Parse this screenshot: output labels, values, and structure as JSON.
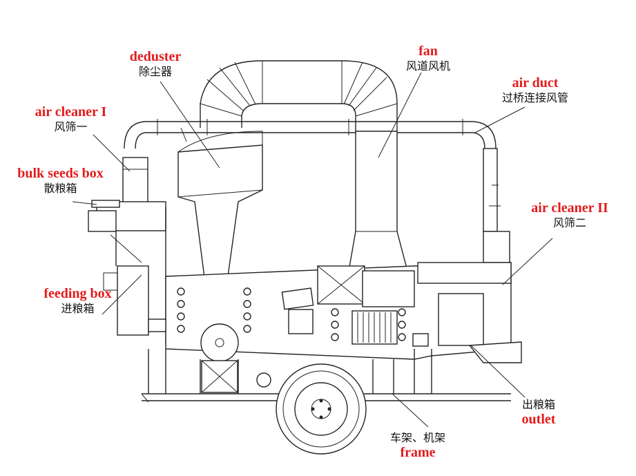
{
  "colors": {
    "label_en": "#e31b1b",
    "line": "#222222",
    "background": "#ffffff"
  },
  "labels": {
    "deduster": {
      "en": "deduster",
      "cn": "除尘器"
    },
    "fan": {
      "en": "fan",
      "cn": "风道风机"
    },
    "air_duct": {
      "en": "air duct",
      "cn": "过桥连接风管"
    },
    "air_cleaner_1": {
      "en": "air cleaner I",
      "cn": "风筛一"
    },
    "bulk_seeds_box": {
      "en": "bulk seeds box",
      "cn": "散粮箱"
    },
    "air_cleaner_2": {
      "en": "air cleaner II",
      "cn": "风筛二"
    },
    "feeding_box": {
      "en": "feeding box",
      "cn": "进粮箱"
    },
    "outlet": {
      "en": "outlet",
      "cn": "出粮箱"
    },
    "frame": {
      "en": "frame",
      "cn": "车架、机架"
    }
  }
}
